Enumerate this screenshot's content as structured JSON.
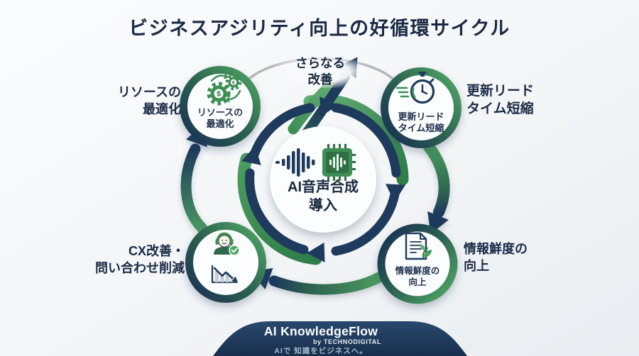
{
  "title": "ビジネスアジリティ向上の好循環サイクル",
  "cycle": {
    "center": {
      "line1": "AI音声合成",
      "line2": "導入"
    },
    "further": {
      "line1": "さらなる",
      "line2": "改善"
    },
    "nodes": {
      "resource": {
        "label1": "リソースの",
        "label2": "最適化",
        "outer1": "リソースの",
        "outer2": "最適化"
      },
      "leadtime": {
        "label1": "更新リード",
        "label2": "タイム短縮",
        "outer1": "更新リード",
        "outer2": "タイム短縮"
      },
      "freshness": {
        "label1": "情報鮮度の",
        "label2": "向上",
        "outer1": "情報鮮度の",
        "outer2": "向上"
      },
      "cx": {
        "outer1": "CX改善・",
        "outer2": "問い合わせ削減"
      }
    }
  },
  "icons": {
    "gear_big_symbol": "$",
    "gear_small_symbol": "€",
    "names": [
      "gears-dollar-icon",
      "stopwatch-icon",
      "document-leaf-icon",
      "support-agent-icon",
      "declining-chart-icon",
      "waveform-chip-icon"
    ]
  },
  "footer": {
    "brand": "AI KnowledgeFlow",
    "byline": "by TECHNODIGITAL",
    "tagline": "AIで 知識をビジネスへ。"
  },
  "colors": {
    "navy": "#1e3a5c",
    "navy_dark": "#16293f",
    "green": "#3f8f55",
    "green_light": "#5fa873",
    "green_dark": "#2e7044",
    "gray_line": "#b5b7ba",
    "background": "#f3f5f7",
    "text": "#1b2c47",
    "footer_navy": "#1f3c60"
  }
}
